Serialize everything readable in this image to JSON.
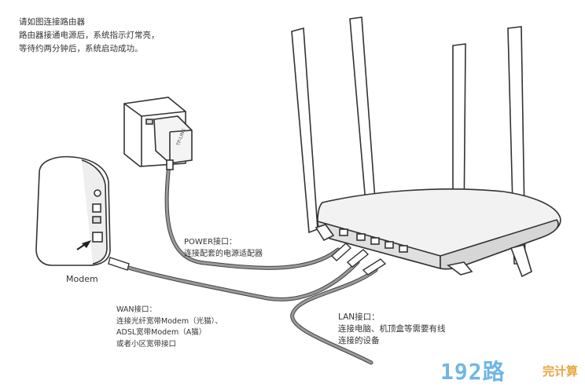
{
  "intro": {
    "line1": "请如图连接路由器",
    "line2": "路由器接通电源后，系统指示灯常亮，",
    "line3": "等待约两分钟后，系统启动成功。"
  },
  "power_label": {
    "line1": "POWER接口：",
    "line2": "连接配套的电源适配器"
  },
  "modem_label": "Modem",
  "adapter_brand": "TP-LINK",
  "wan_label": {
    "line1": "WAN接口：",
    "line2": "连接光纤宽带Modem（光猫）、",
    "line3": "ADSL宽带Modem（A猫）",
    "line4": "或者小区宽带接口"
  },
  "lan_label": {
    "line1": "LAN接口：",
    "line2": "连接电脑、机顶盒等需要有线",
    "line3": "连接的设备"
  },
  "watermark": {
    "number": "192",
    "char1": "路",
    "sub": "完计算"
  }
}
